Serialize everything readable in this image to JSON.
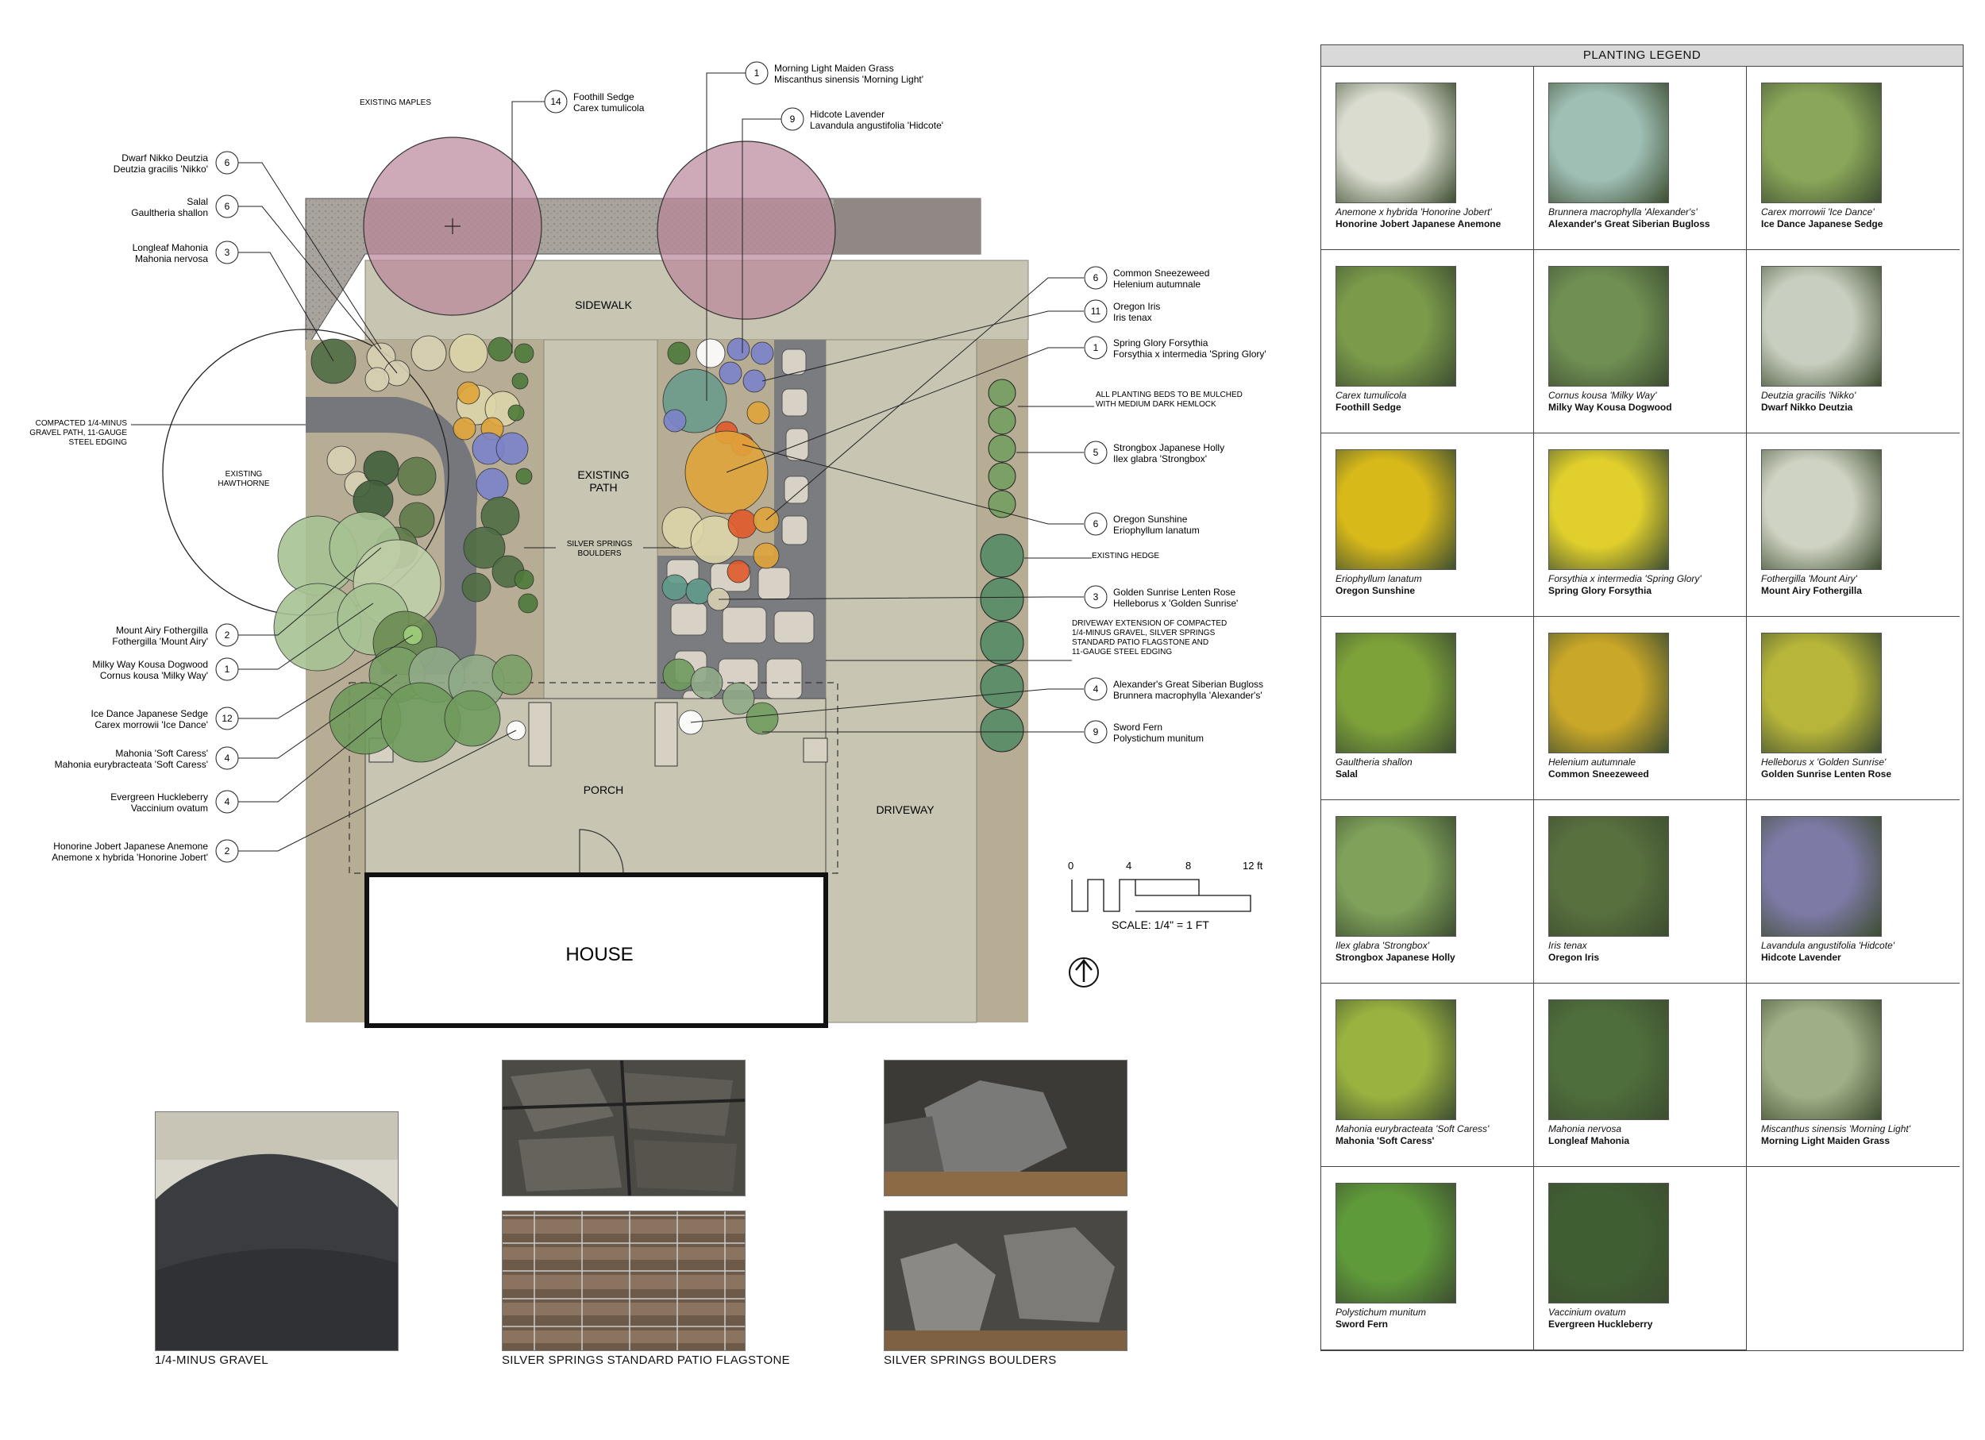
{
  "site_labels": {
    "existing_maples": "EXISTING MAPLES",
    "sidewalk": "SIDEWALK",
    "existing_path": "EXISTING\nPATH",
    "existing_hawthorne": "EXISTING\nHAWTHORNE",
    "compacted_path_note": "COMPACTED 1/4-MINUS\nGRAVEL PATH, 11-GAUGE\nSTEEL EDGING",
    "silver_springs_boulders": "SILVER SPRINGS\nBOULDERS",
    "mulch_note": "ALL PLANTING BEDS TO BE MULCHED\nWITH MEDIUM DARK HEMLOCK",
    "existing_hedge": "EXISTING HEDGE",
    "driveway_extension_note": "DRIVEWAY EXTENSION OF COMPACTED\n1/4-MINUS GRAVEL, SILVER SPRINGS\nSTANDARD PATIO FLAGSTONE AND\n11-GAUGE STEEL EDGING",
    "porch": "PORCH",
    "driveway": "DRIVEWAY",
    "house": "HOUSE"
  },
  "scale_bar": {
    "ticks": [
      "0",
      "4",
      "8",
      "12 ft"
    ],
    "label": "SCALE: 1/4\" = 1 FT"
  },
  "callouts_left": [
    {
      "qty": "6",
      "common": "Dwarf Nikko Deutzia",
      "botanical": "Deutzia gracilis 'Nikko'"
    },
    {
      "qty": "6",
      "common": "Salal",
      "botanical": "Gaultheria shallon"
    },
    {
      "qty": "3",
      "common": "Longleaf Mahonia",
      "botanical": "Mahonia nervosa"
    },
    {
      "qty": "2",
      "common": "Mount Airy Fothergilla",
      "botanical": "Fothergilla  'Mount Airy'"
    },
    {
      "qty": "1",
      "common": "Milky Way Kousa Dogwood",
      "botanical": "Cornus kousa 'Milky Way'"
    },
    {
      "qty": "12",
      "common": "Ice Dance Japanese Sedge",
      "botanical": "Carex morrowii 'Ice Dance'"
    },
    {
      "qty": "4",
      "common": "Mahonia 'Soft Caress'",
      "botanical": "Mahonia eurybracteata 'Soft Caress'"
    },
    {
      "qty": "4",
      "common": "Evergreen Huckleberry",
      "botanical": "Vaccinium ovatum"
    },
    {
      "qty": "2",
      "common": "Honorine Jobert Japanese Anemone",
      "botanical": "Anemone x hybrida 'Honorine Jobert'"
    }
  ],
  "callouts_top": [
    {
      "qty": "14",
      "common": "Foothill Sedge",
      "botanical": "Carex tumulicola"
    },
    {
      "qty": "1",
      "common": "Morning Light Maiden Grass",
      "botanical": "Miscanthus sinensis 'Morning Light'"
    },
    {
      "qty": "9",
      "common": "Hidcote Lavender",
      "botanical": "Lavandula angustifolia 'Hidcote'"
    }
  ],
  "callouts_right": [
    {
      "qty": "6",
      "common": "Common Sneezeweed",
      "botanical": "Helenium autumnale"
    },
    {
      "qty": "11",
      "common": "Oregon Iris",
      "botanical": "Iris tenax"
    },
    {
      "qty": "1",
      "common": "Spring Glory Forsythia",
      "botanical": "Forsythia x intermedia 'Spring Glory'"
    },
    {
      "qty": "5",
      "common": "Strongbox Japanese Holly",
      "botanical": "Ilex glabra 'Strongbox'"
    },
    {
      "qty": "6",
      "common": "Oregon Sunshine",
      "botanical": "Eriophyllum lanatum"
    },
    {
      "qty": "3",
      "common": "Golden Sunrise Lenten Rose",
      "botanical": "Helleborus x 'Golden Sunrise'"
    },
    {
      "qty": "4",
      "common": "Alexander's Great Siberian Bugloss",
      "botanical": "Brunnera macrophylla 'Alexander's'"
    },
    {
      "qty": "9",
      "common": "Sword Fern",
      "botanical": "Polystichum munitum"
    }
  ],
  "legend": {
    "title": "PLANTING LEGEND",
    "items": [
      {
        "botanical": "Anemone x hybrida 'Honorine Jobert'",
        "common": "Honorine Jobert Japanese Anemone",
        "photo": "white-flowers-photo",
        "color": "#d9dccf"
      },
      {
        "botanical": "Brunnera macrophylla 'Alexander's'",
        "common": "Alexander's Great Siberian Bugloss",
        "photo": "silver-leaves-photo",
        "color": "#9fbfb5"
      },
      {
        "botanical": "Carex morrowii 'Ice Dance'",
        "common": "Ice Dance Japanese Sedge",
        "photo": "sedge-photo",
        "color": "#8aa65a"
      },
      {
        "botanical": "Carex tumulicola",
        "common": "Foothill Sedge",
        "photo": "grass-clump-photo",
        "color": "#7b9a4a"
      },
      {
        "botanical": "Cornus kousa 'Milky Way'",
        "common": "Milky Way Kousa Dogwood",
        "photo": "dogwood-tree-photo",
        "color": "#6f8f53"
      },
      {
        "botanical": "Deutzia gracilis 'Nikko'",
        "common": "Dwarf Nikko Deutzia",
        "photo": "white-shrub-photo",
        "color": "#c9cfc0"
      },
      {
        "botanical": "Eriophyllum lanatum",
        "common": "Oregon Sunshine",
        "photo": "yellow-flowers-photo",
        "color": "#d8b91a"
      },
      {
        "botanical": "Forsythia x intermedia 'Spring Glory'",
        "common": "Spring Glory Forsythia",
        "photo": "forsythia-photo",
        "color": "#e0cf2c"
      },
      {
        "botanical": "Fothergilla  'Mount Airy'",
        "common": "Mount Airy Fothergilla",
        "photo": "fothergilla-photo",
        "color": "#cfd3c3"
      },
      {
        "botanical": "Gaultheria shallon",
        "common": "Salal",
        "photo": "salal-photo",
        "color": "#7ea23a"
      },
      {
        "botanical": "Helenium autumnale",
        "common": "Common Sneezeweed",
        "photo": "sneezeweed-photo",
        "color": "#c9a728"
      },
      {
        "botanical": "Helleborus x 'Golden Sunrise'",
        "common": "Golden Sunrise Lenten Rose",
        "photo": "hellebore-photo",
        "color": "#b7b53a"
      },
      {
        "botanical": "Ilex glabra 'Strongbox'",
        "common": "Strongbox Japanese Holly",
        "photo": "holly-photo",
        "color": "#7fa15a"
      },
      {
        "botanical": "Iris tenax",
        "common": "Oregon Iris",
        "photo": "iris-photo",
        "color": "#586f3e"
      },
      {
        "botanical": "Lavandula angustifolia 'Hidcote'",
        "common": "Hidcote Lavender",
        "photo": "lavender-photo",
        "color": "#7d7aa6"
      },
      {
        "botanical": "Mahonia eurybracteata 'Soft Caress'",
        "common": "Mahonia 'Soft Caress'",
        "photo": "mahonia-soft-caress-photo",
        "color": "#9ab240"
      },
      {
        "botanical": "Mahonia nervosa",
        "common": "Longleaf Mahonia",
        "photo": "longleaf-mahonia-photo",
        "color": "#4e6e3c"
      },
      {
        "botanical": "Miscanthus sinensis 'Morning Light'",
        "common": "Morning Light Maiden Grass",
        "photo": "maiden-grass-photo",
        "color": "#9fae86"
      },
      {
        "botanical": "Polystichum munitum",
        "common": "Sword Fern",
        "photo": "sword-fern-photo",
        "color": "#5f9a3a"
      },
      {
        "botanical": "Vaccinium ovatum",
        "common": "Evergreen Huckleberry",
        "photo": "huckleberry-photo",
        "color": "#3f5f33"
      }
    ]
  },
  "materials": [
    {
      "label": "1/4-MINUS GRAVEL"
    },
    {
      "label": "SILVER SPRINGS STANDARD PATIO FLAGSTONE"
    },
    {
      "label": "SILVER SPRINGS BOULDERS"
    }
  ],
  "colors": {
    "bed": "#b7ac94",
    "path": "#c9c5b3",
    "gravel": "#7e7f84",
    "maple": "#b9869a",
    "parking_strip": "#8f8884"
  }
}
